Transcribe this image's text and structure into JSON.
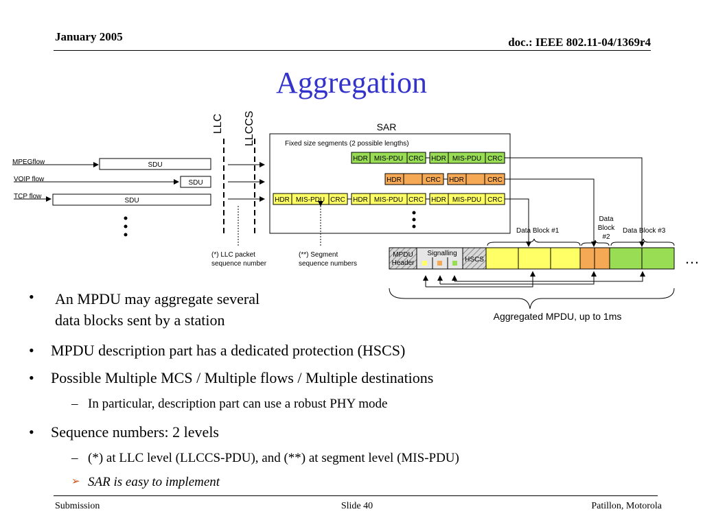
{
  "header": {
    "date": "January 2005",
    "doc": "doc.: IEEE 802.11-04/1369r4"
  },
  "title": "Aggregation",
  "diagram": {
    "llc": "LLC",
    "llccs": "LLCCS",
    "sar": "SAR",
    "fixed_segments": "Fixed size segments (2 possible lengths)",
    "flows": [
      "MPEGflow",
      "VOIP flow",
      "TCP flow"
    ],
    "sdu": "SDU",
    "seg": {
      "hdr": "HDR",
      "mis": "MIS-PDU",
      "crc": "CRC"
    },
    "llc_note": [
      "(*) LLC packet",
      "sequence number"
    ],
    "seg_note": [
      "(**) Segment",
      "sequence numbers"
    ],
    "db1": "Data Block #1",
    "db2": [
      "Data",
      "Block",
      "#2"
    ],
    "db3": "Data Block #3",
    "mpdu_header": [
      "MPDU",
      "Header"
    ],
    "signalling": "Signalling",
    "hscs": "HSCS",
    "ellipsis": "…",
    "aggregated": "Aggregated MPDU, up to 1ms",
    "colors": {
      "green": "#99dd55",
      "orange": "#f5a955",
      "yellow": "#ffff66"
    }
  },
  "bullets": {
    "b1": [
      "An MPDU may aggregate several",
      "data blocks sent by a station"
    ],
    "b2": "MPDU description part has a dedicated protection (HSCS)",
    "b3": "Possible Multiple MCS / Multiple flows / Multiple destinations",
    "b3a": "In particular, description part can use a robust PHY mode",
    "b4": "Sequence numbers: 2 levels",
    "b4a": "(*) at LLC level (LLCCS-PDU), and (**) at segment level (MIS-PDU)",
    "b4b": "SAR is easy to implement"
  },
  "footer": {
    "left": "Submission",
    "center": "Slide 40",
    "right": "Patillon, Motorola"
  }
}
